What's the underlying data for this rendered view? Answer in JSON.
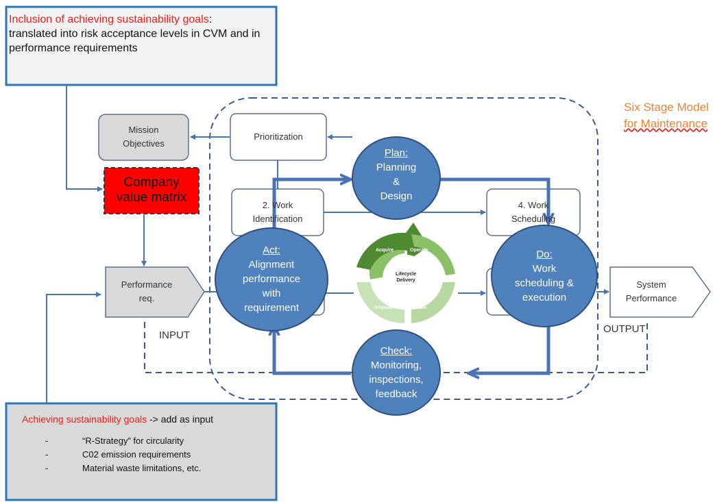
{
  "top_note": {
    "heading": "Inclusion of achieving sustainability goals",
    "text": "translated into risk acceptance levels in CVM and in performance requirements"
  },
  "bottom_note": {
    "heading": "Achieving sustainability goals",
    "text": "-> add as input",
    "items": [
      "“R-Strategy” for circularity",
      "C02 emission requirements",
      "Material waste limitations, etc."
    ]
  },
  "model_title": [
    "Six Stage Model",
    "for Maintenance"
  ],
  "boxes": {
    "mission": [
      "Mission",
      "Objectives"
    ],
    "cvm": [
      "Company",
      "value matrix"
    ],
    "performance": [
      "Performance",
      "req."
    ],
    "prioritization": "Prioritization",
    "work_identification": [
      "2. Work",
      "Identification"
    ],
    "work_scheduling": [
      "4. Work",
      "Scheduling"
    ],
    "system_performance": [
      "System",
      "Performance"
    ]
  },
  "circles": {
    "plan": {
      "head": "Plan:",
      "lines": [
        "Planning",
        "&",
        "Design"
      ]
    },
    "act": {
      "head": "Act:",
      "lines": [
        "Alignment",
        "performance",
        "with",
        "requirement"
      ]
    },
    "do": {
      "head": "Do:",
      "lines": [
        "Work",
        "scheduling &",
        "execution"
      ]
    },
    "check": {
      "head": "Check:",
      "lines": [
        "Monitoring,",
        "inspections,",
        "feedback"
      ]
    }
  },
  "lifecycle": {
    "center": [
      "Lifecycle",
      "Delivery"
    ],
    "stages": [
      "Acquire",
      "Operate",
      "Maintain",
      "Dispose"
    ]
  },
  "labels": {
    "input": "INPUT",
    "output": "OUTPUT"
  },
  "colors": {
    "circle_fill": "#4f81bd",
    "arrow_blue": "#4a72b5",
    "cvm_red": "#ff0000",
    "accent_orange": "#f08232",
    "note_red": "#e8201a",
    "lifecycle_dark": "#4e8a30",
    "lifecycle_mid": "#8cc068",
    "lifecycle_light": "#c7e2b5"
  }
}
